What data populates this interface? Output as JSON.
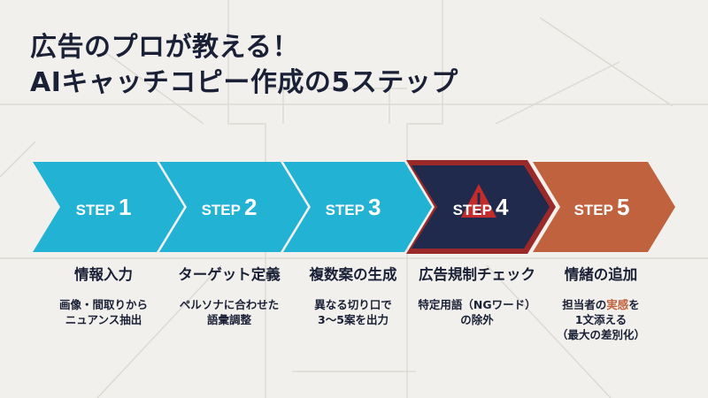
{
  "title": {
    "line1": "広告のプロが教える！",
    "line2": "AIキャッチコピー作成の5ステップ"
  },
  "colors": {
    "background": "#f1f0ec",
    "text_dark": "#1a2036",
    "step_cyan": "#22b2d3",
    "step_navy": "#1f2a4d",
    "step_border_red": "#9a2a2a",
    "step_orange": "#c0623d",
    "warning_red": "#c42b2b"
  },
  "steps": [
    {
      "label": "STEP",
      "num": "1",
      "name": "情報入力",
      "desc_lines": [
        "画像・間取りから",
        "ニュアンス抽出"
      ],
      "color": "#22b2d3"
    },
    {
      "label": "STEP",
      "num": "2",
      "name": "ターゲット定義",
      "desc_lines": [
        "ペルソナに合わせた",
        "語彙調整"
      ],
      "color": "#22b2d3"
    },
    {
      "label": "STEP",
      "num": "3",
      "name": "複数案の生成",
      "desc_lines": [
        "異なる切り口で",
        "3〜5案を出力"
      ],
      "color": "#22b2d3"
    },
    {
      "label": "STEP",
      "num": "4",
      "name": "広告規制チェック",
      "desc_lines": [
        "特定用語（NGワード）",
        "の除外"
      ],
      "color": "#1f2a4d",
      "warning_icon": "warning-triangle-icon"
    },
    {
      "label": "STEP",
      "num": "5",
      "name": "情緒の追加",
      "desc_pre": "担当者の",
      "desc_highlight": "実感",
      "desc_post": "を",
      "desc_lines": [
        "1文添える",
        "（最大の差別化）"
      ],
      "color": "#c0623d"
    }
  ]
}
